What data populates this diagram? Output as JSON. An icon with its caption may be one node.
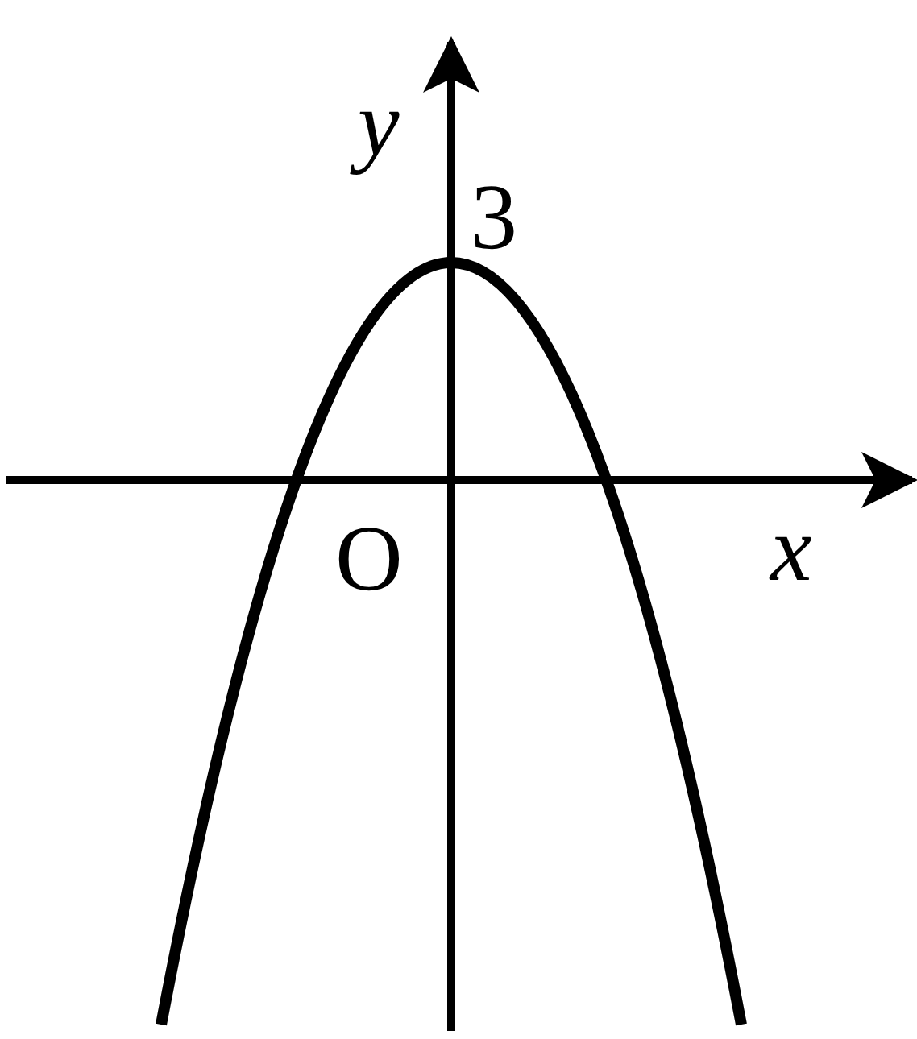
{
  "diagram": {
    "labels": [
      "y",
      "3",
      "O",
      "x"
    ]
  }
}
